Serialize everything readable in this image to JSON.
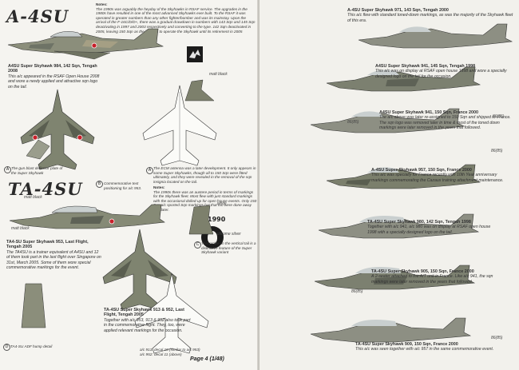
{
  "left": {
    "title_a4su": "A-4SU",
    "title_ta4su": "TA-4SU",
    "notes_heading": "Notes:",
    "notes_top": "The 1990s was arguably the heyday of the Skyhawks in RSAF service. The upgrades in the 1980s have resulted in one of the most advanced Skyhawks ever built. To the RSAF it was operated in greater numbers than any other fighter/bomber and was its mainstay. Upon the arrival of the F-16C/D/D+, there was a gradual drawdown in numbers with 143 Sqn and 145 Sqn deactivating in 1997 and 2003 respectively and converting to the type. 142 Sqn deactivated in 2005, leaving 150 Sqn as the last unit to operate the Skyhawk until its retirement in 2005",
    "cap_984": "A4SU Super Skyhawk 984, 142 Sqn, Tengah 2008",
    "cap_984_body": "This a/c appeared in the RSAF Open House 2008 and wore a newly applied and attractive sqn logo on the tail.",
    "label_matt_black": "matt black",
    "note_a_text": "The ECM antenna was a later development. It only appears in some Super Skyhawks, though all to 150 Sqn were fitted ultimately, and they were revealed in the removal of the sqn insignia located on the tail.",
    "notes2_heading": "Notes:",
    "notes2_text": "The 1990s there was an austere period in terms of markings for the Skyhawk fleet. Most flew with just standard markings with the occasional dolled-up for open house events. Only 150 Sqn a/c sported Sqn markings but that too were done away with later.",
    "year_1990": "1990",
    "gun_note": "The gun blast deflector plate of the Super Skyhawk",
    "commemorative_note": "Commemorative text positioning for a/c 953.",
    "label_matt_black2": "matt black",
    "label_matt_black3": "matt black",
    "label_white": "white",
    "label_chrome": "chrome silver",
    "cap_953": "TA4-SU Super Skyhawk 953, Last Flight, Tengah 2005",
    "cap_953_body": "The TA4SU is a trainer equivalent of A4SU and 12 of them took part in the last flight over Singapore on 31st, March 2005. Some of them wore special commemorative markings for the event.",
    "probe_note": "This probe on the vertical tail is a distinctive feature of the Super Skyhawk variant",
    "cap_913": "TA-4SU Super Skyhawk 913 & 952, Last Flight, Tengah 2005",
    "cap_913_body": "Together with a/c 953, 913 & 952 also took part in the commemorative flight. They, too, were applied relevant markings for the occasion.",
    "decal_913": "a/c 913: decal 10 (similar to a/c 953)",
    "decal_952": "a/c 952: decal 11 (above)",
    "hump_note": "TA4-SU ADF hump detail",
    "footer": "Page 4 (1/48)"
  },
  "right": {
    "cap_971": "A-4SU Super Skyhawk 971, 143 Sqn, Tengah 2000",
    "cap_971_body": "This a/c flew with standard toned-down markings, as was the majority of the Skyhawk fleet of this era.",
    "cap_941": "A4SU Super Skyhawk 941, 145 Sqn, Tengah 1998",
    "cap_941_body": "This a/c was on display at RSAF open house 1998 and wore a specially designed logo on the tail for the occasion.",
    "cap_941b": "A4SU Super Skyhawk 941, 150 Sqn, France 2000",
    "cap_941b_body": "The a/c above was later re-assigned to 150 Sqn and shipped to France. The sqn logo was removed later in time & most of the toned down markings were later removed in the years that followed.",
    "cap_957": "A-4SU Super Skyhawk 957, 150 Sqn, France 2000",
    "cap_957_body": "This a/c was specially for France recently with 10th Year anniversary markings commemorating the Cazaux training attachment maintenance.",
    "cap_980": "TA-4SU Super Skyhawk 980, 142 Sqn, Tengah 1998",
    "cap_980_body": "Together with a/c 941, a/c 980 was on display at RSAF open house 1998 with a specially designed logo on the tail.",
    "cap_905": "TA-4SU Super Skyhawk 905, 150 Sqn, France 2000",
    "cap_905_body": "A 2-seater attached to the A/T unit in France. Like a/c 941, the sqn markings were later removed in the years that followed.",
    "cap_909": "TA-4SU Super Skyhawk 909, 150 Sqn, France 2000",
    "cap_909_body": "This a/c was seen together with a/c 957 in the same commemorative event.",
    "serials": [
      "971",
      "941",
      "941",
      "957",
      "980",
      "905",
      "909"
    ],
    "small_labels": [
      "86(85)",
      "86(85)",
      "86(85)",
      "86(85)",
      "86(85)"
    ]
  }
}
